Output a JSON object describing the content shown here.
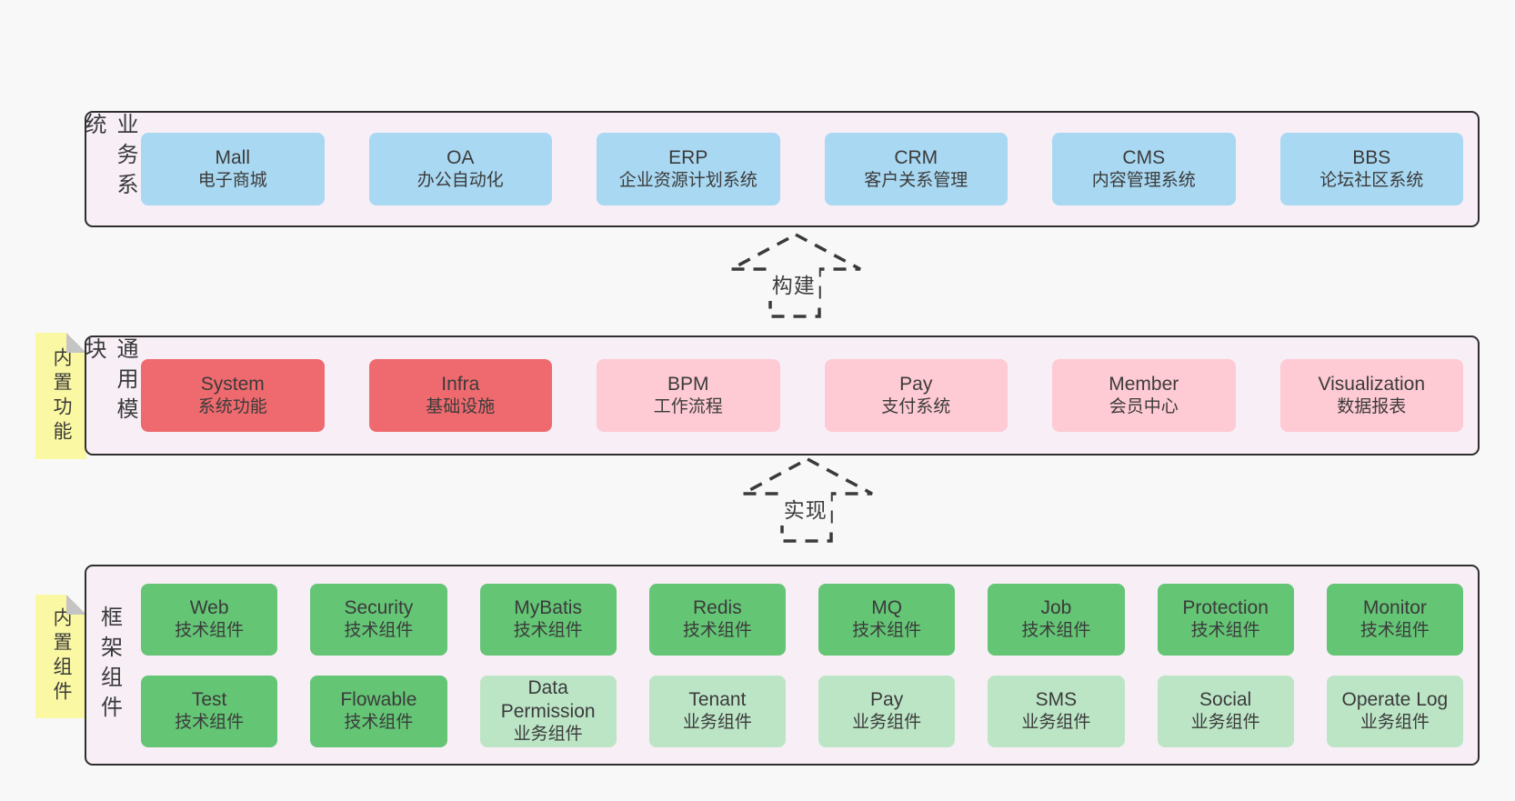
{
  "colors": {
    "page_bg": "#f8f8f8",
    "panel_bg": "#f8eef6",
    "panel_border": "#2f2f2f",
    "blue": "#a9d8f2",
    "red": "#ee6a6e",
    "pink": "#fecad3",
    "green": "#64c575",
    "light_green": "#bce5c6",
    "yellow": "#fbf8a3",
    "fold_gray": "#c4c4c4",
    "text": "#3d3d3d"
  },
  "layers": [
    {
      "id": "business-systems",
      "side_label": "业务系统",
      "note_label": null,
      "rows": [
        [
          {
            "name": "Mall",
            "desc": "电子商城",
            "color": "blue"
          },
          {
            "name": "OA",
            "desc": "办公自动化",
            "color": "blue"
          },
          {
            "name": "ERP",
            "desc": "企业资源计划系统",
            "color": "blue"
          },
          {
            "name": "CRM",
            "desc": "客户关系管理",
            "color": "blue"
          },
          {
            "name": "CMS",
            "desc": "内容管理系统",
            "color": "blue"
          },
          {
            "name": "BBS",
            "desc": "论坛社区系统",
            "color": "blue"
          }
        ]
      ]
    },
    {
      "id": "common-modules",
      "side_label": "通用模块",
      "note_label": "内置功能",
      "rows": [
        [
          {
            "name": "System",
            "desc": "系统功能",
            "color": "red"
          },
          {
            "name": "Infra",
            "desc": "基础设施",
            "color": "red"
          },
          {
            "name": "BPM",
            "desc": "工作流程",
            "color": "pink"
          },
          {
            "name": "Pay",
            "desc": "支付系统",
            "color": "pink"
          },
          {
            "name": "Member",
            "desc": "会员中心",
            "color": "pink"
          },
          {
            "name": "Visualization",
            "desc": "数据报表",
            "color": "pink"
          }
        ]
      ]
    },
    {
      "id": "framework-components",
      "side_label": "框架组件",
      "note_label": "内置组件",
      "rows": [
        [
          {
            "name": "Web",
            "desc": "技术组件",
            "color": "green"
          },
          {
            "name": "Security",
            "desc": "技术组件",
            "color": "green"
          },
          {
            "name": "MyBatis",
            "desc": "技术组件",
            "color": "green"
          },
          {
            "name": "Redis",
            "desc": "技术组件",
            "color": "green"
          },
          {
            "name": "MQ",
            "desc": "技术组件",
            "color": "green"
          },
          {
            "name": "Job",
            "desc": "技术组件",
            "color": "green"
          },
          {
            "name": "Protection",
            "desc": "技术组件",
            "color": "green"
          },
          {
            "name": "Monitor",
            "desc": "技术组件",
            "color": "green"
          }
        ],
        [
          {
            "name": "Test",
            "desc": "技术组件",
            "color": "green"
          },
          {
            "name": "Flowable",
            "desc": "技术组件",
            "color": "green"
          },
          {
            "name": "Data Permission",
            "desc": "业务组件",
            "color": "light_green"
          },
          {
            "name": "Tenant",
            "desc": "业务组件",
            "color": "light_green"
          },
          {
            "name": "Pay",
            "desc": "业务组件",
            "color": "light_green"
          },
          {
            "name": "SMS",
            "desc": "业务组件",
            "color": "light_green"
          },
          {
            "name": "Social",
            "desc": "业务组件",
            "color": "light_green"
          },
          {
            "name": "Operate Log",
            "desc": "业务组件",
            "color": "light_green"
          }
        ]
      ]
    }
  ],
  "arrows": [
    {
      "label": "构建"
    },
    {
      "label": "实现"
    }
  ]
}
